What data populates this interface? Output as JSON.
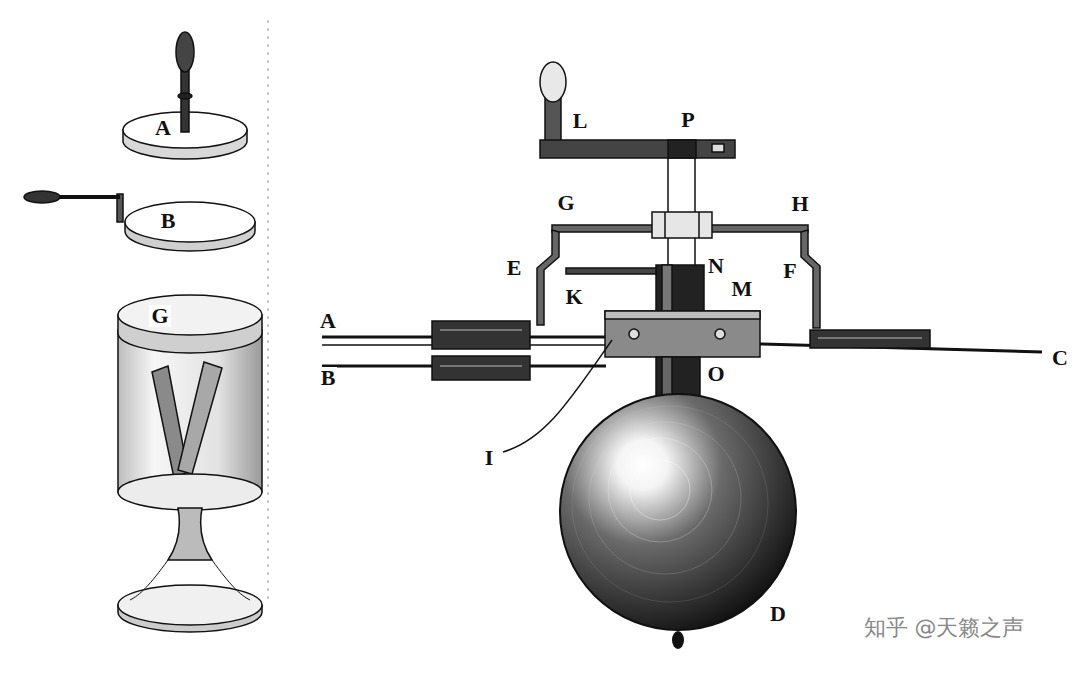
{
  "diagram": {
    "labels": [
      "A",
      "B",
      "G",
      "L",
      "P",
      "G",
      "H",
      "E",
      "N",
      "K",
      "M",
      "F",
      "A",
      "C",
      "B",
      "O",
      "I",
      "D",
      "知乎 @天籁之声"
    ]
  }
}
